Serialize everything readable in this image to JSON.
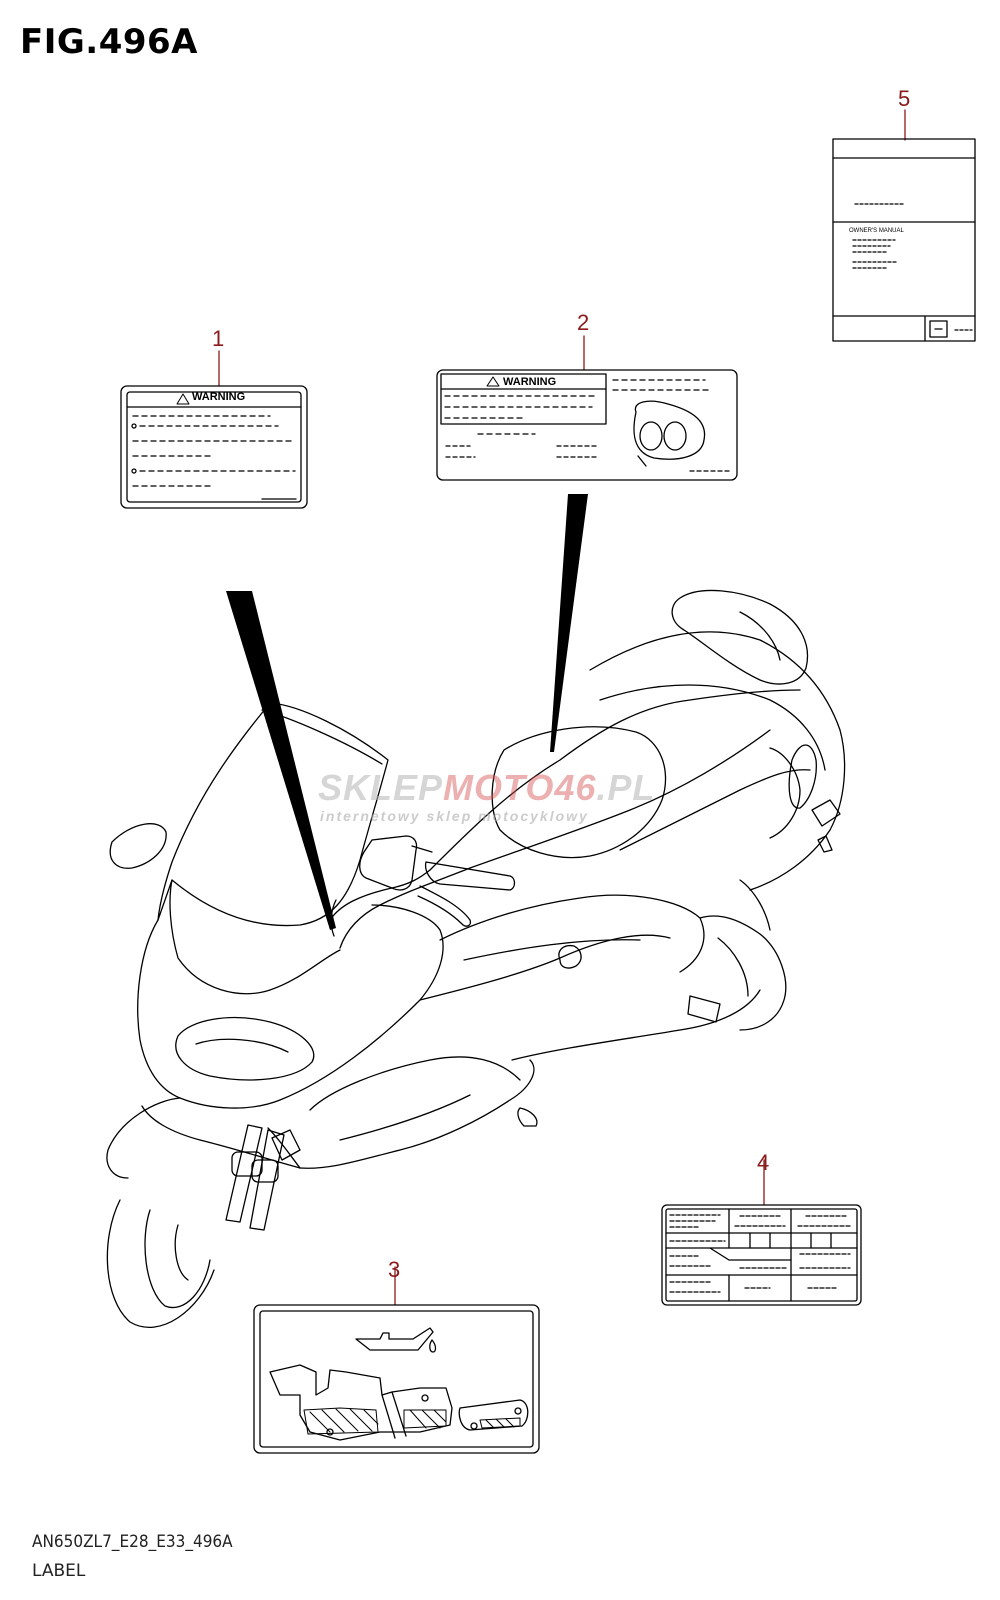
{
  "figure": {
    "title": "FIG.496A",
    "code": "AN650ZL7_E28_E33_496A",
    "caption": "LABEL"
  },
  "callouts": [
    "1",
    "2",
    "3",
    "4",
    "5"
  ],
  "labels": {
    "label1": {
      "heading": "WARNING"
    },
    "label2": {
      "heading": "WARNING"
    },
    "label5": {
      "text": "OWNER'S MANUAL"
    }
  },
  "watermark": {
    "brand_a": "SKLEP",
    "brand_b": "MOTO46",
    "brand_c": ".PL",
    "tagline": "internetowy sklep motocyklowy"
  },
  "colors": {
    "callout": "#8b1a1a",
    "line": "#000000"
  }
}
